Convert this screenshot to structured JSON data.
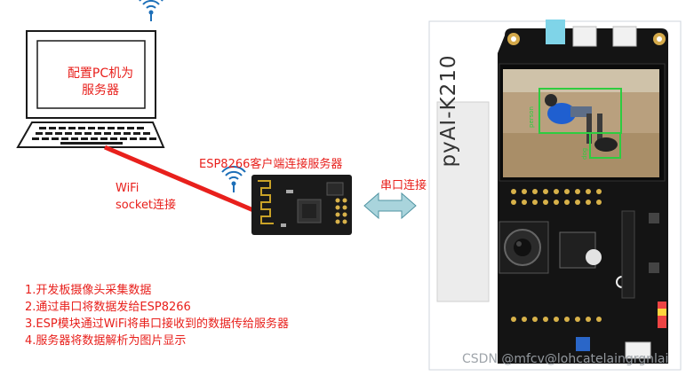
{
  "pc": {
    "label_line1": "配置PC机为",
    "label_line2": "服务器"
  },
  "esp": {
    "label": "ESP8266客户端连接服务器"
  },
  "wifi": {
    "line1": "WiFi",
    "line2": "socket连接"
  },
  "uart": {
    "label": "串口连接"
  },
  "board": {
    "name": "pyAI-K210"
  },
  "steps": [
    "1.开发板摄像头采集数据",
    "2.通过串口将数据发给ESP8266",
    "3.ESP模块通过WiFi将串口接收到的数据传给服务器",
    "4.服务器将数据解析为图片显示"
  ],
  "detection": {
    "label1": "person",
    "label2": "dog"
  },
  "watermark": "CSDN @mfcv@lohcatelaingrgnlai",
  "colors": {
    "accent_red": "#e8201c",
    "arrow_fill": "#a9d4dc",
    "box_green": "#2ecc40"
  }
}
